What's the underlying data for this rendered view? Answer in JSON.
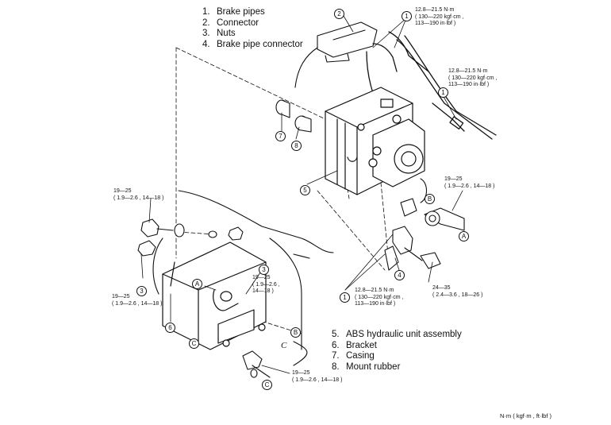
{
  "legend_top": [
    {
      "num": "1.",
      "label": "Brake pipes"
    },
    {
      "num": "2.",
      "label": "Connector"
    },
    {
      "num": "3.",
      "label": "Nuts"
    },
    {
      "num": "4.",
      "label": "Brake pipe connector"
    }
  ],
  "legend_bottom": [
    {
      "num": "5.",
      "label": "ABS hydraulic unit assembly"
    },
    {
      "num": "6.",
      "label": "Bracket"
    },
    {
      "num": "7.",
      "label": "Casing"
    },
    {
      "num": "8.",
      "label": "Mount rubber"
    }
  ],
  "torque_specs": {
    "t_top_center": [
      "12.8—21.5 N·m",
      "( 130—220 kgf·cm ,",
      "113—190 in·lbf )"
    ],
    "t_top_right": [
      "12.8—21.5 N·m",
      "( 130—220 kgf·cm ,",
      "113—190 in·lbf )"
    ],
    "t_right_mid": [
      "19—25",
      "( 1.9—2.6 , 14—18 )"
    ],
    "t_left_mid": [
      "19—25",
      "( 1.9—2.6 , 14—18 )"
    ],
    "t_left_low": [
      "19—25",
      "( 1.9—2.6 , 14—18 )"
    ],
    "t_center_mid": [
      "19—25",
      "( 1.9—2.6 ,",
      "14—18 )"
    ],
    "t_bottom_pipe": [
      "12.8—21.5 N·m",
      "( 130—220 kgf·cm ,",
      "113—190 in·lbf )"
    ],
    "t_connector": [
      "24—35",
      "( 2.4—3.6 , 18—26 )"
    ],
    "t_bottom_bolt": [
      "19—25",
      "( 1.9—2.6 , 14—18 )"
    ]
  },
  "callouts": {
    "c2": "2",
    "c1a": "1",
    "c1b": "1",
    "c7": "7",
    "c8": "8",
    "c5": "5",
    "cB1": "B",
    "cA1": "A",
    "c3a": "3",
    "c3b": "3",
    "cA2": "A",
    "c6": "6",
    "c4": "4",
    "c1c": "1",
    "cB2": "B",
    "cC1": "C",
    "cC2": "C"
  },
  "stray_letter": "C",
  "units_note": "N·m ( kgf·m , ft·lbf )"
}
